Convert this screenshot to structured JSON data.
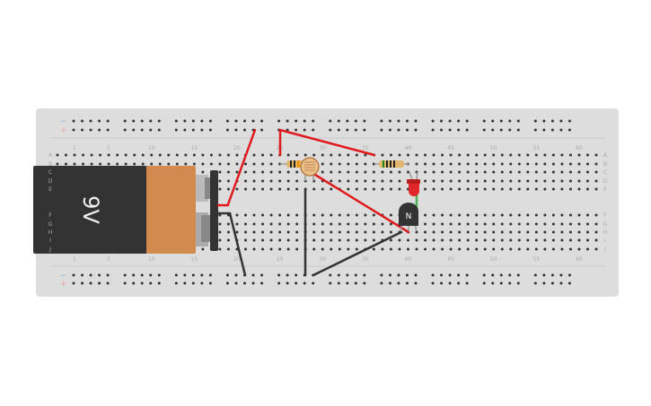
{
  "breadboard": {
    "column_numbers": [
      "1",
      "5",
      "10",
      "15",
      "20",
      "25",
      "30",
      "35",
      "40",
      "45",
      "50",
      "55",
      "60"
    ],
    "row_letters_top": [
      "A",
      "B",
      "C",
      "D",
      "E"
    ],
    "row_letters_bottom": [
      "F",
      "G",
      "H",
      "I",
      "J"
    ],
    "rail_minus": "−",
    "rail_plus": "+",
    "colors": {
      "board": "#dddddd",
      "hole": "#333333",
      "minus": "#8ab4d8",
      "plus": "#e8a0a0"
    }
  },
  "battery": {
    "label": "9V",
    "colors": {
      "body": "#333333",
      "cap": "#d28a4e"
    }
  },
  "transistor": {
    "label": "N"
  },
  "wires": {
    "colors": {
      "red": "#e0191c",
      "black": "#333333",
      "green": "#4caf50"
    }
  }
}
